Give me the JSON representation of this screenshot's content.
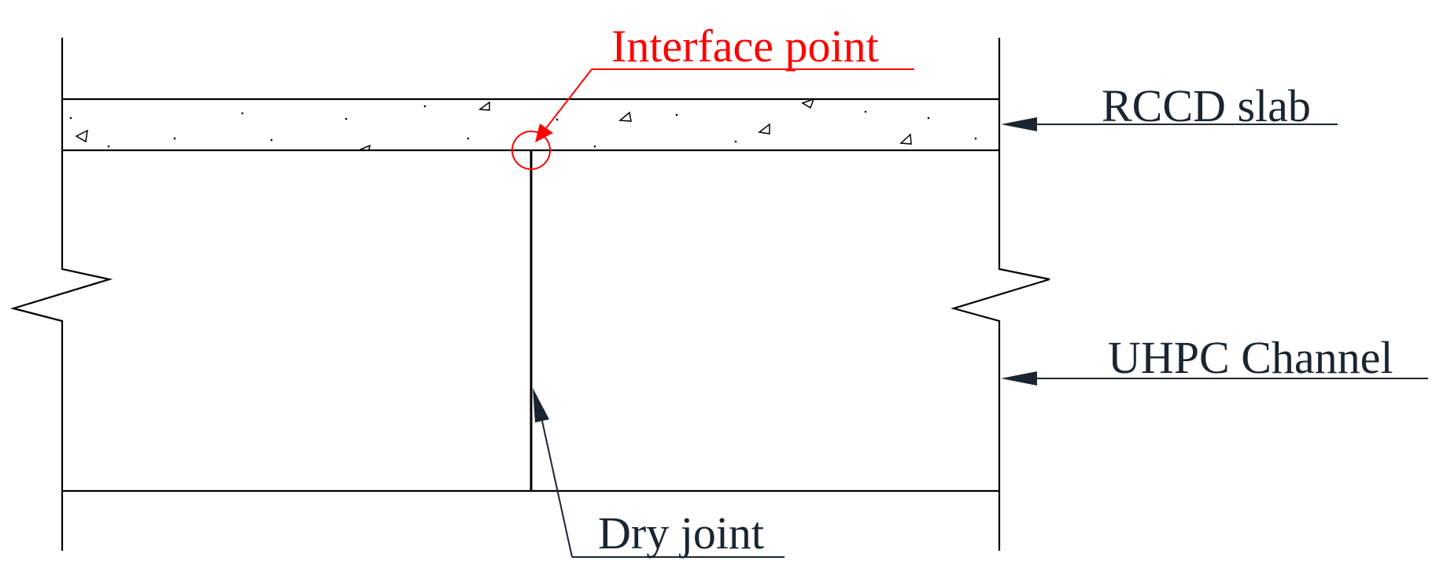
{
  "labels": {
    "interface_point": "Interface point",
    "rccd_slab": "RCCD slab",
    "uhpc_channel": "UHPC Channel",
    "dry_joint": "Dry joint"
  },
  "colors": {
    "line": "#000000",
    "label_text": "#1a2530",
    "highlight": "#ff0000"
  }
}
